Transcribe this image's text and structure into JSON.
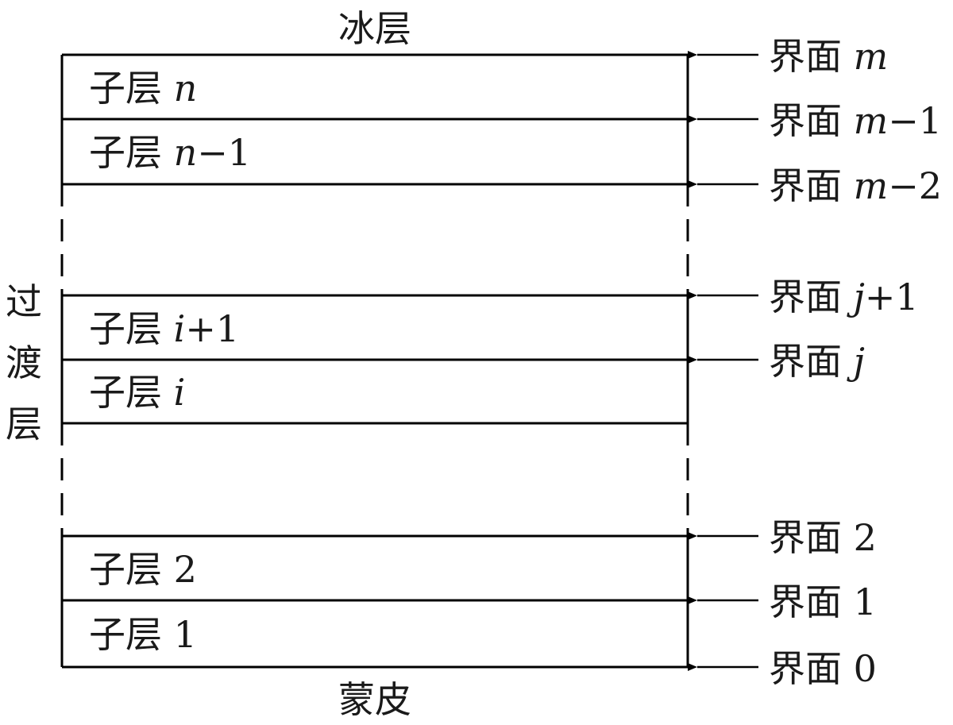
{
  "top_label": "冰层",
  "bottom_label": "蒙皮",
  "side_label": [
    "过",
    "渡",
    "层"
  ],
  "sublayers": [
    {
      "prefix": "子层 ",
      "index": "n",
      "suffix": ""
    },
    {
      "prefix": "子层 ",
      "index": "n",
      "suffix": "−1"
    },
    {
      "prefix": "子层 ",
      "index": "i",
      "suffix": "+1"
    },
    {
      "prefix": "子层 ",
      "index": "i",
      "suffix": ""
    },
    {
      "prefix": "子层 ",
      "index": "",
      "suffix": "2"
    },
    {
      "prefix": "子层 ",
      "index": "",
      "suffix": "1"
    }
  ],
  "interfaces": [
    {
      "prefix": "界面 ",
      "index": "m",
      "suffix": ""
    },
    {
      "prefix": "界面 ",
      "index": "m",
      "suffix": "−1"
    },
    {
      "prefix": "界面 ",
      "index": "m",
      "suffix": "−2"
    },
    {
      "prefix": "界面 ",
      "index": "j",
      "suffix": "+1"
    },
    {
      "prefix": "界面 ",
      "index": "j",
      "suffix": ""
    },
    {
      "prefix": "界面 ",
      "index": "",
      "suffix": "2"
    },
    {
      "prefix": "界面 ",
      "index": "",
      "suffix": "1"
    },
    {
      "prefix": "界面 ",
      "index": "",
      "suffix": "0"
    }
  ],
  "colors": {
    "line": "#000000",
    "text": "#1a1a1a"
  }
}
